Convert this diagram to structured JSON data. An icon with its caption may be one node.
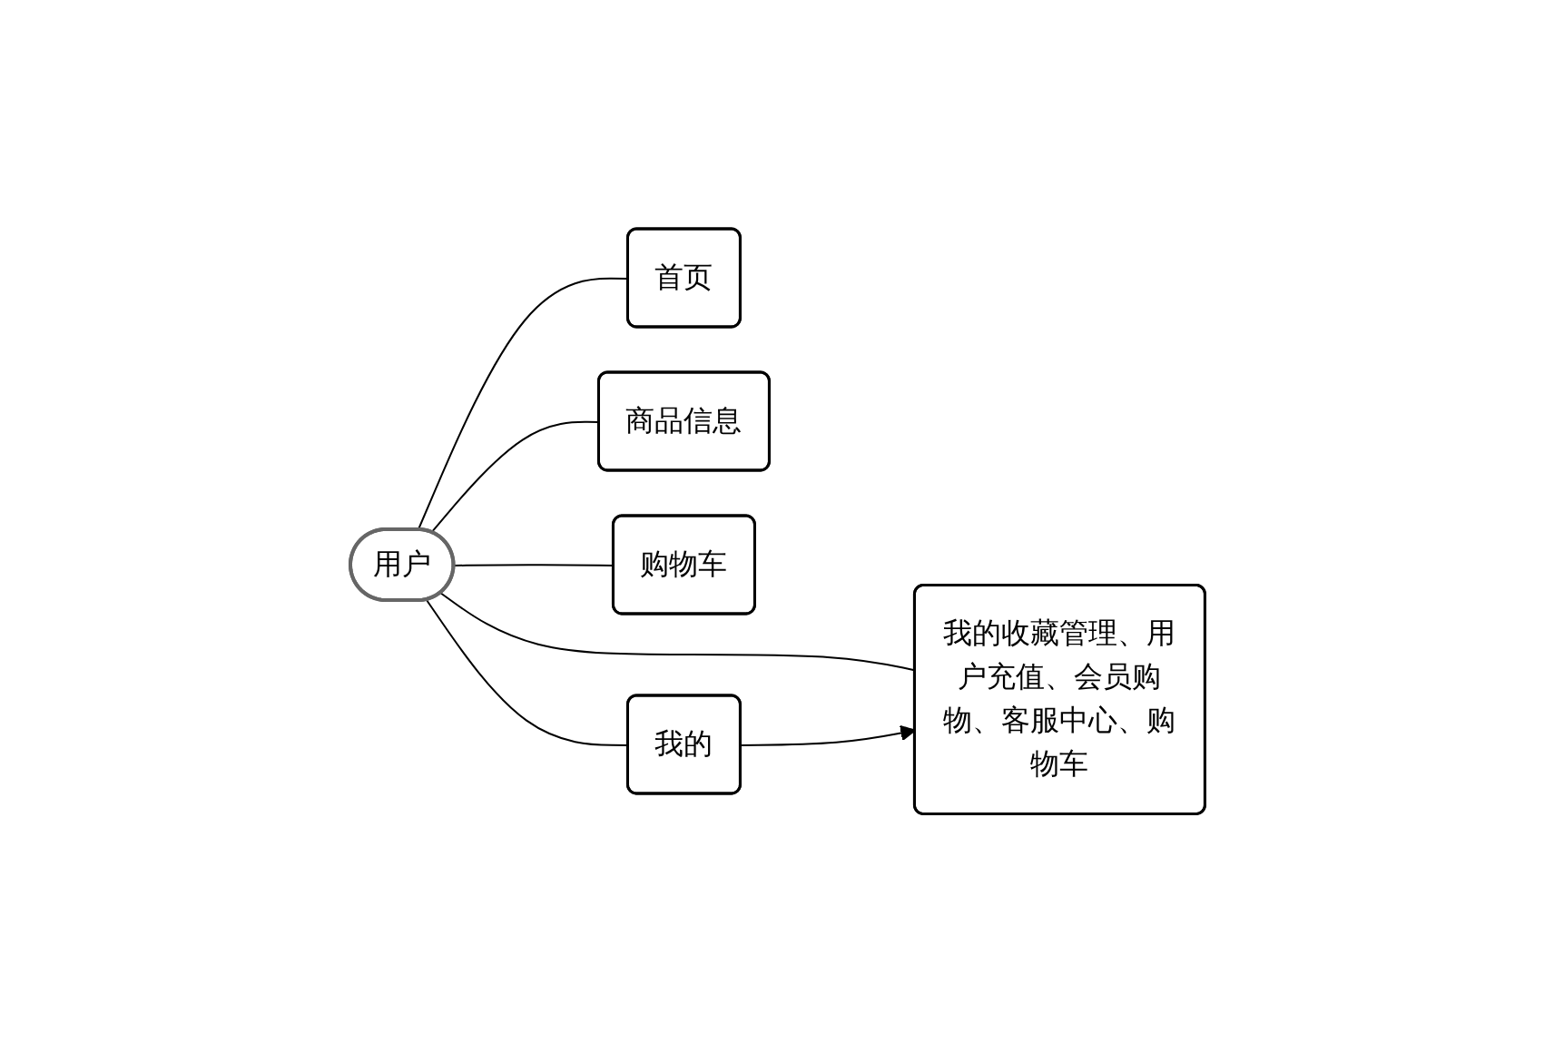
{
  "diagram": {
    "nodes": [
      {
        "text": [
          "用户"
        ]
      },
      {
        "text": [
          "首页"
        ]
      },
      {
        "text": [
          "商品信息"
        ]
      },
      {
        "text": [
          "购物车"
        ]
      },
      {
        "text": [
          "我的"
        ]
      },
      {
        "text": [
          "我的收藏管理、用户充值、会员购物、客服中心、购物车"
        ]
      }
    ],
    "edges": [
      {
        "from": 0,
        "to": 1,
        "arrow": "none"
      },
      {
        "from": 0,
        "to": 2,
        "arrow": "none"
      },
      {
        "from": 0,
        "to": 3,
        "arrow": "none"
      },
      {
        "from": 0,
        "to": 4,
        "arrow": "none"
      },
      {
        "from": 0,
        "to": 5,
        "arrow": "none"
      },
      {
        "from": 4,
        "to": 5,
        "arrow": "to"
      }
    ]
  }
}
